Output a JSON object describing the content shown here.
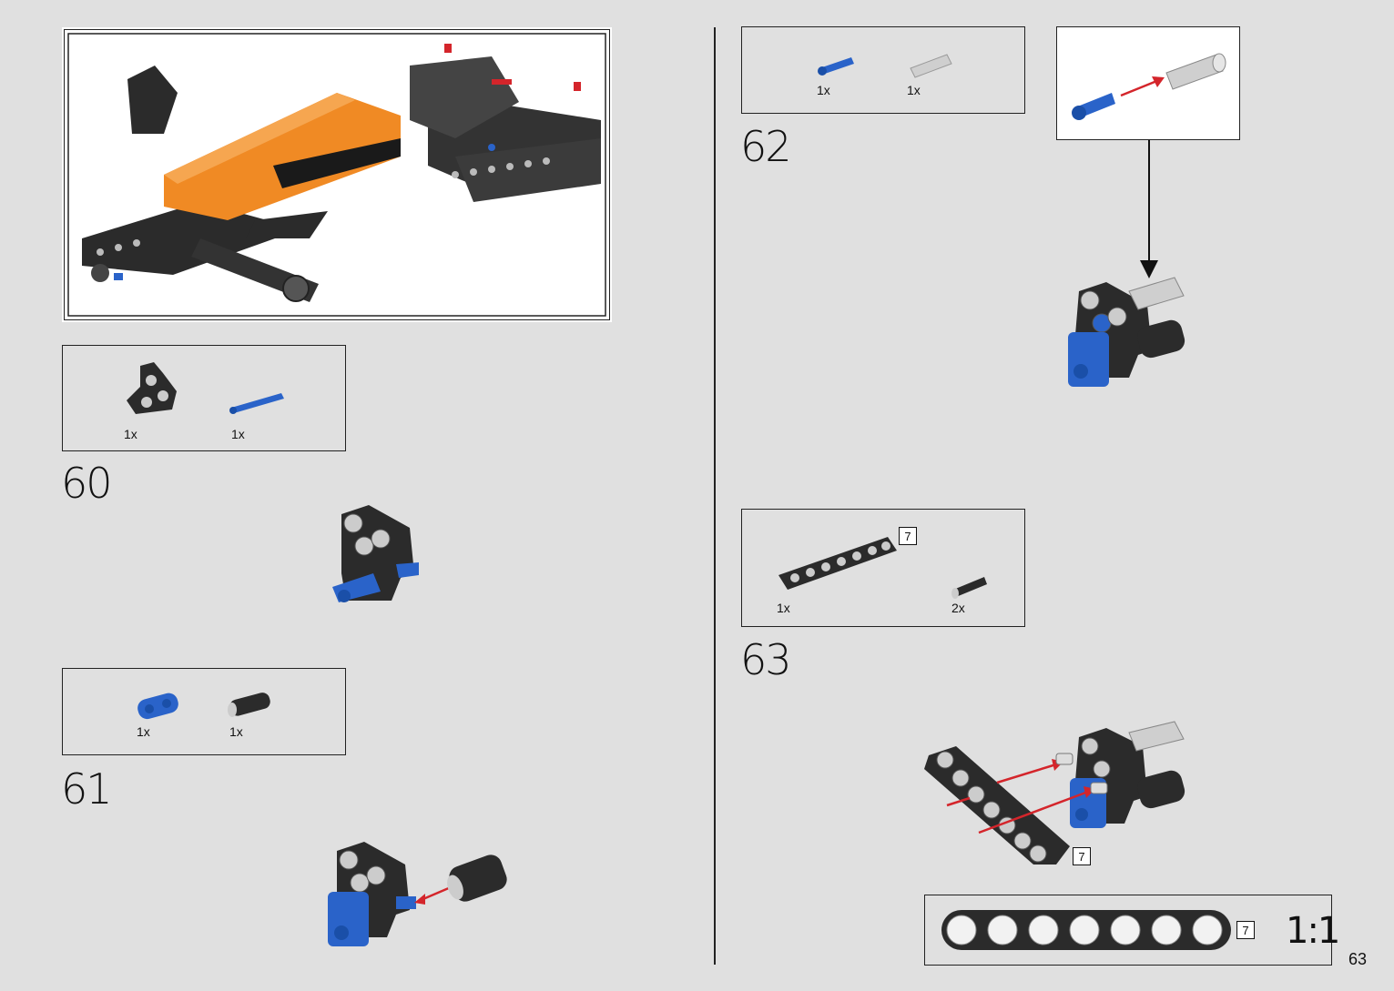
{
  "page_number": "63",
  "steps": [
    {
      "number": "60",
      "parts": [
        {
          "name": "black-connector-part",
          "qty": "1x"
        },
        {
          "name": "blue-pin-part",
          "qty": "1x"
        }
      ]
    },
    {
      "number": "61",
      "parts": [
        {
          "name": "blue-beam-part",
          "qty": "1x"
        },
        {
          "name": "black-axle-connector-part",
          "qty": "1x"
        }
      ]
    },
    {
      "number": "62",
      "parts": [
        {
          "name": "blue-pin-part",
          "qty": "1x"
        },
        {
          "name": "grey-axle-part",
          "qty": "1x"
        }
      ]
    },
    {
      "number": "63",
      "parts": [
        {
          "name": "black-beam-7-part",
          "qty": "1x",
          "length": "7"
        },
        {
          "name": "black-pin-part",
          "qty": "2x"
        }
      ]
    }
  ],
  "assembly_length_badge": "7",
  "ruler": {
    "length": "7",
    "scale": "1:1"
  },
  "colors": {
    "background": "#e0e0e0",
    "part_black": "#2b2b2b",
    "part_blue": "#2a63c9",
    "part_orange": "#f08a24",
    "arrow_red": "#d4252b"
  }
}
